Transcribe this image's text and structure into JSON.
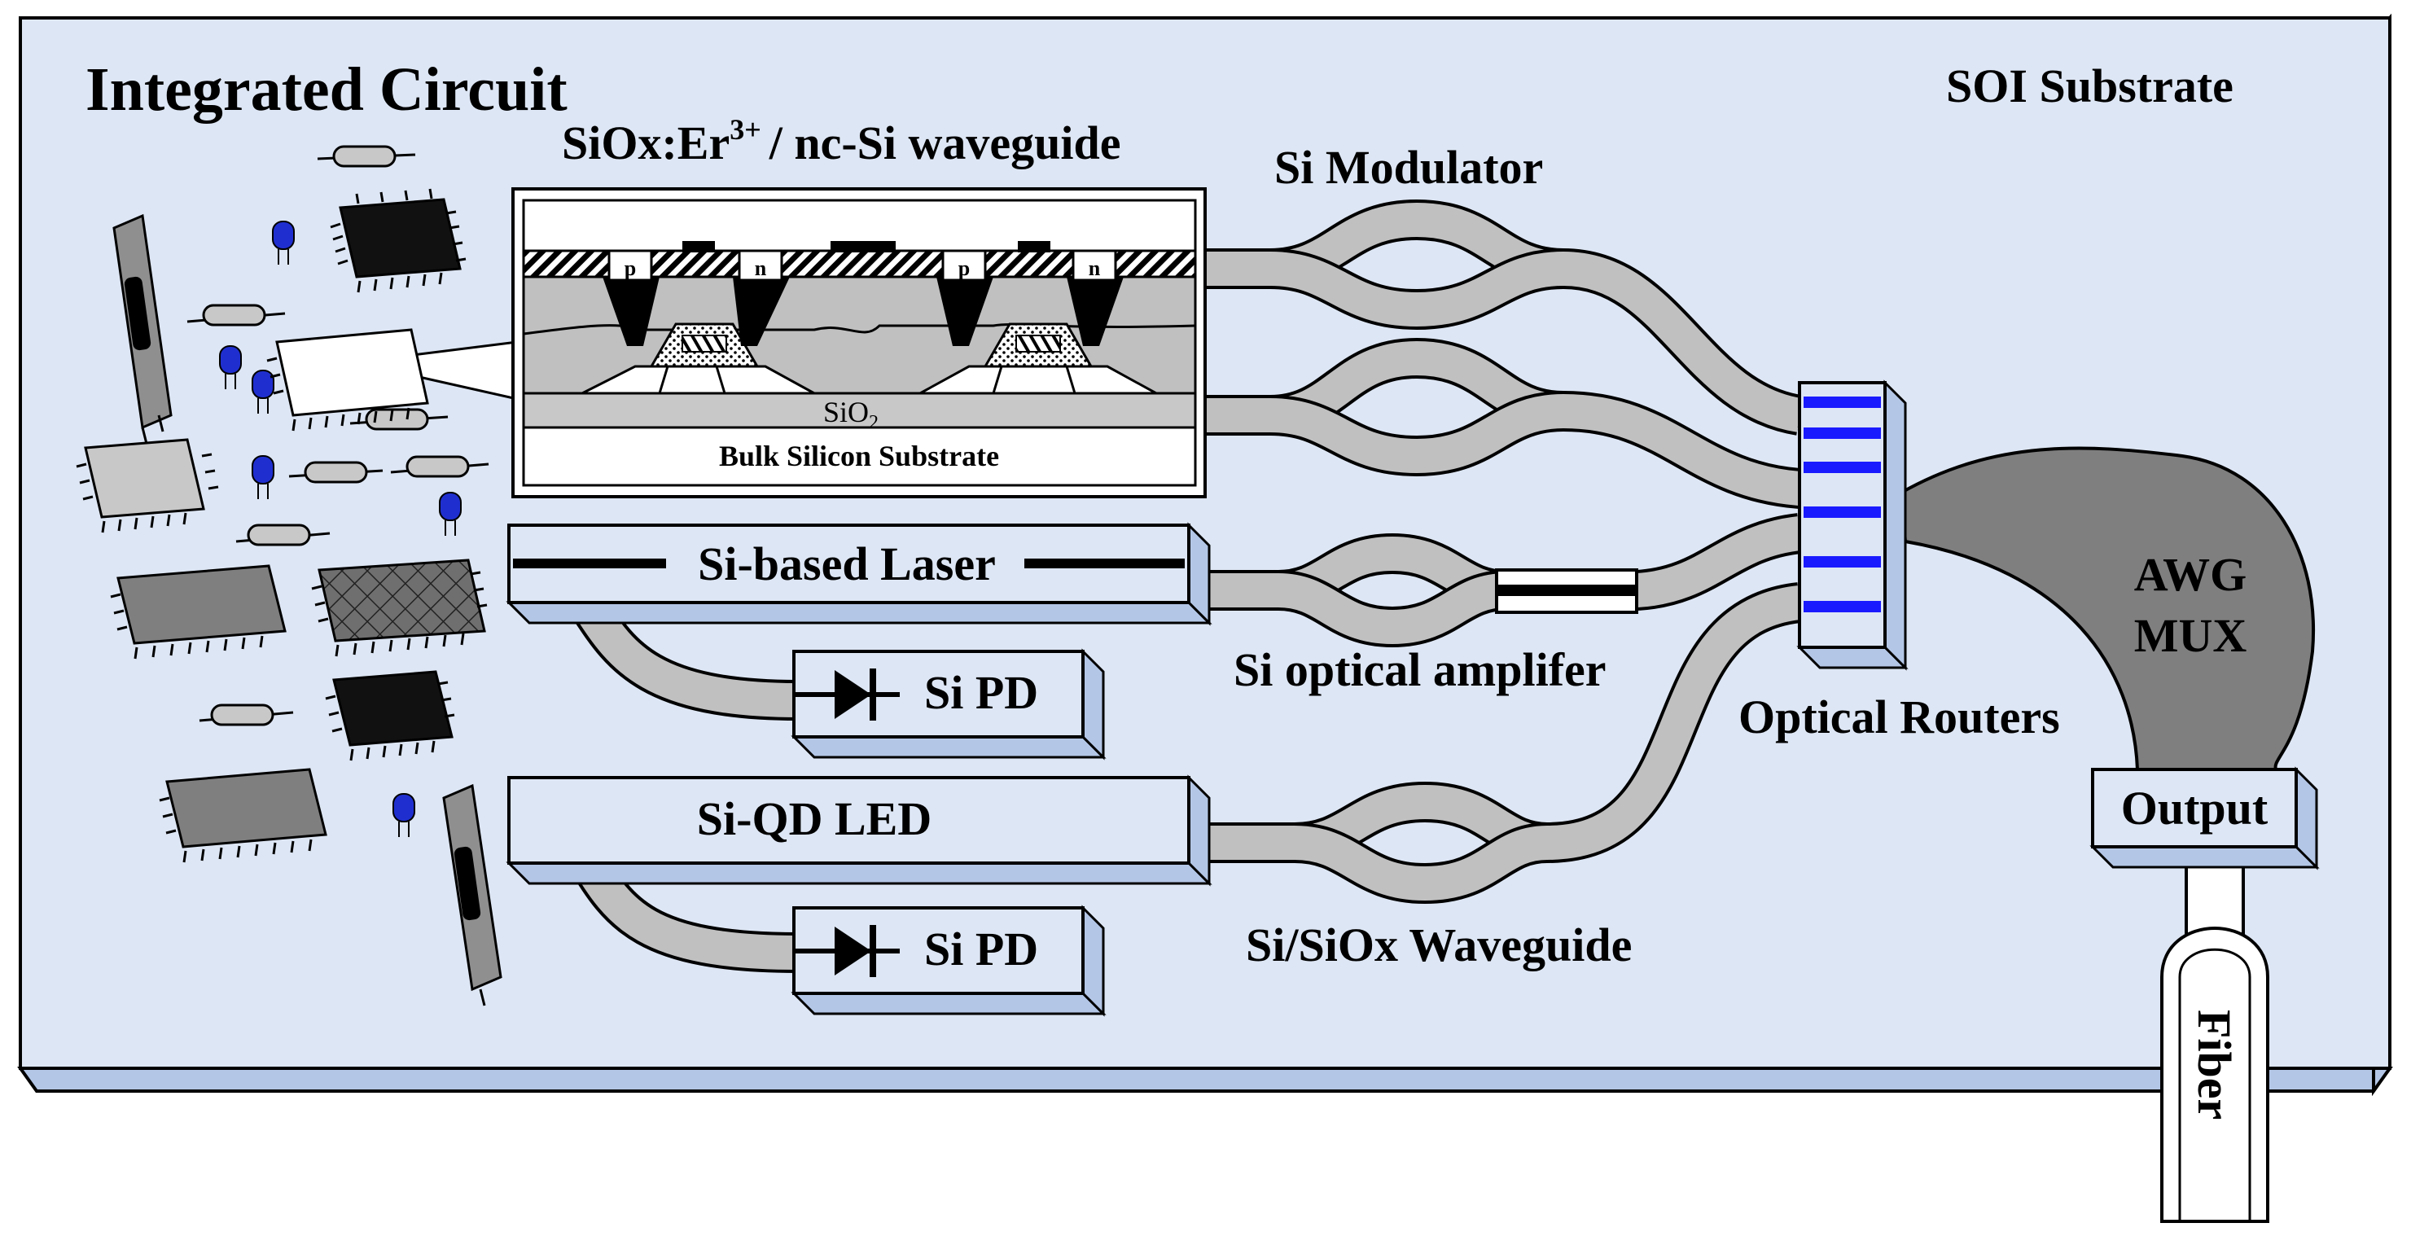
{
  "labels": {
    "integrated_circuit": "Integrated Circuit",
    "soi_substrate": "SOI Substrate",
    "waveguide_title_main": "SiOx:Er",
    "waveguide_title_sup": "3+",
    "waveguide_title_rest": "/ nc-Si waveguide",
    "si_modulator": "Si Modulator",
    "sio2": "SiO",
    "sio2_sub": "2",
    "bulk_silicon": "Bulk Silicon Substrate",
    "p_label": "p",
    "n_label": "n",
    "si_laser": "Si-based Laser",
    "si_optical_amplifier": "Si optical amplifer",
    "si_pd": "Si PD",
    "si_qd_led": "Si-QD LED",
    "si_siox_waveguide": "Si/SiOx Waveguide",
    "optical_routers": "Optical Routers",
    "awg": "AWG",
    "mux": "MUX",
    "output": "Output",
    "fiber": "Fiber"
  },
  "colors": {
    "substrate_fill": "#dde6f4",
    "substrate_side": "#b3c6e6",
    "waveguide_gray": "#c0c0c0",
    "awg_fill": "#7f7f7f",
    "router_stripe": "#1a1aff",
    "led_blue": "#1f2fcf",
    "chip_dark": "#111111",
    "chip_gray": "#7f7f7f",
    "chip_light": "#c8c8c8"
  },
  "icons": {
    "photodiode": "diode-icon",
    "chip": "ic-chip-icon",
    "resistor": "resistor-icon",
    "led": "led-icon",
    "memory": "memory-module-icon"
  }
}
